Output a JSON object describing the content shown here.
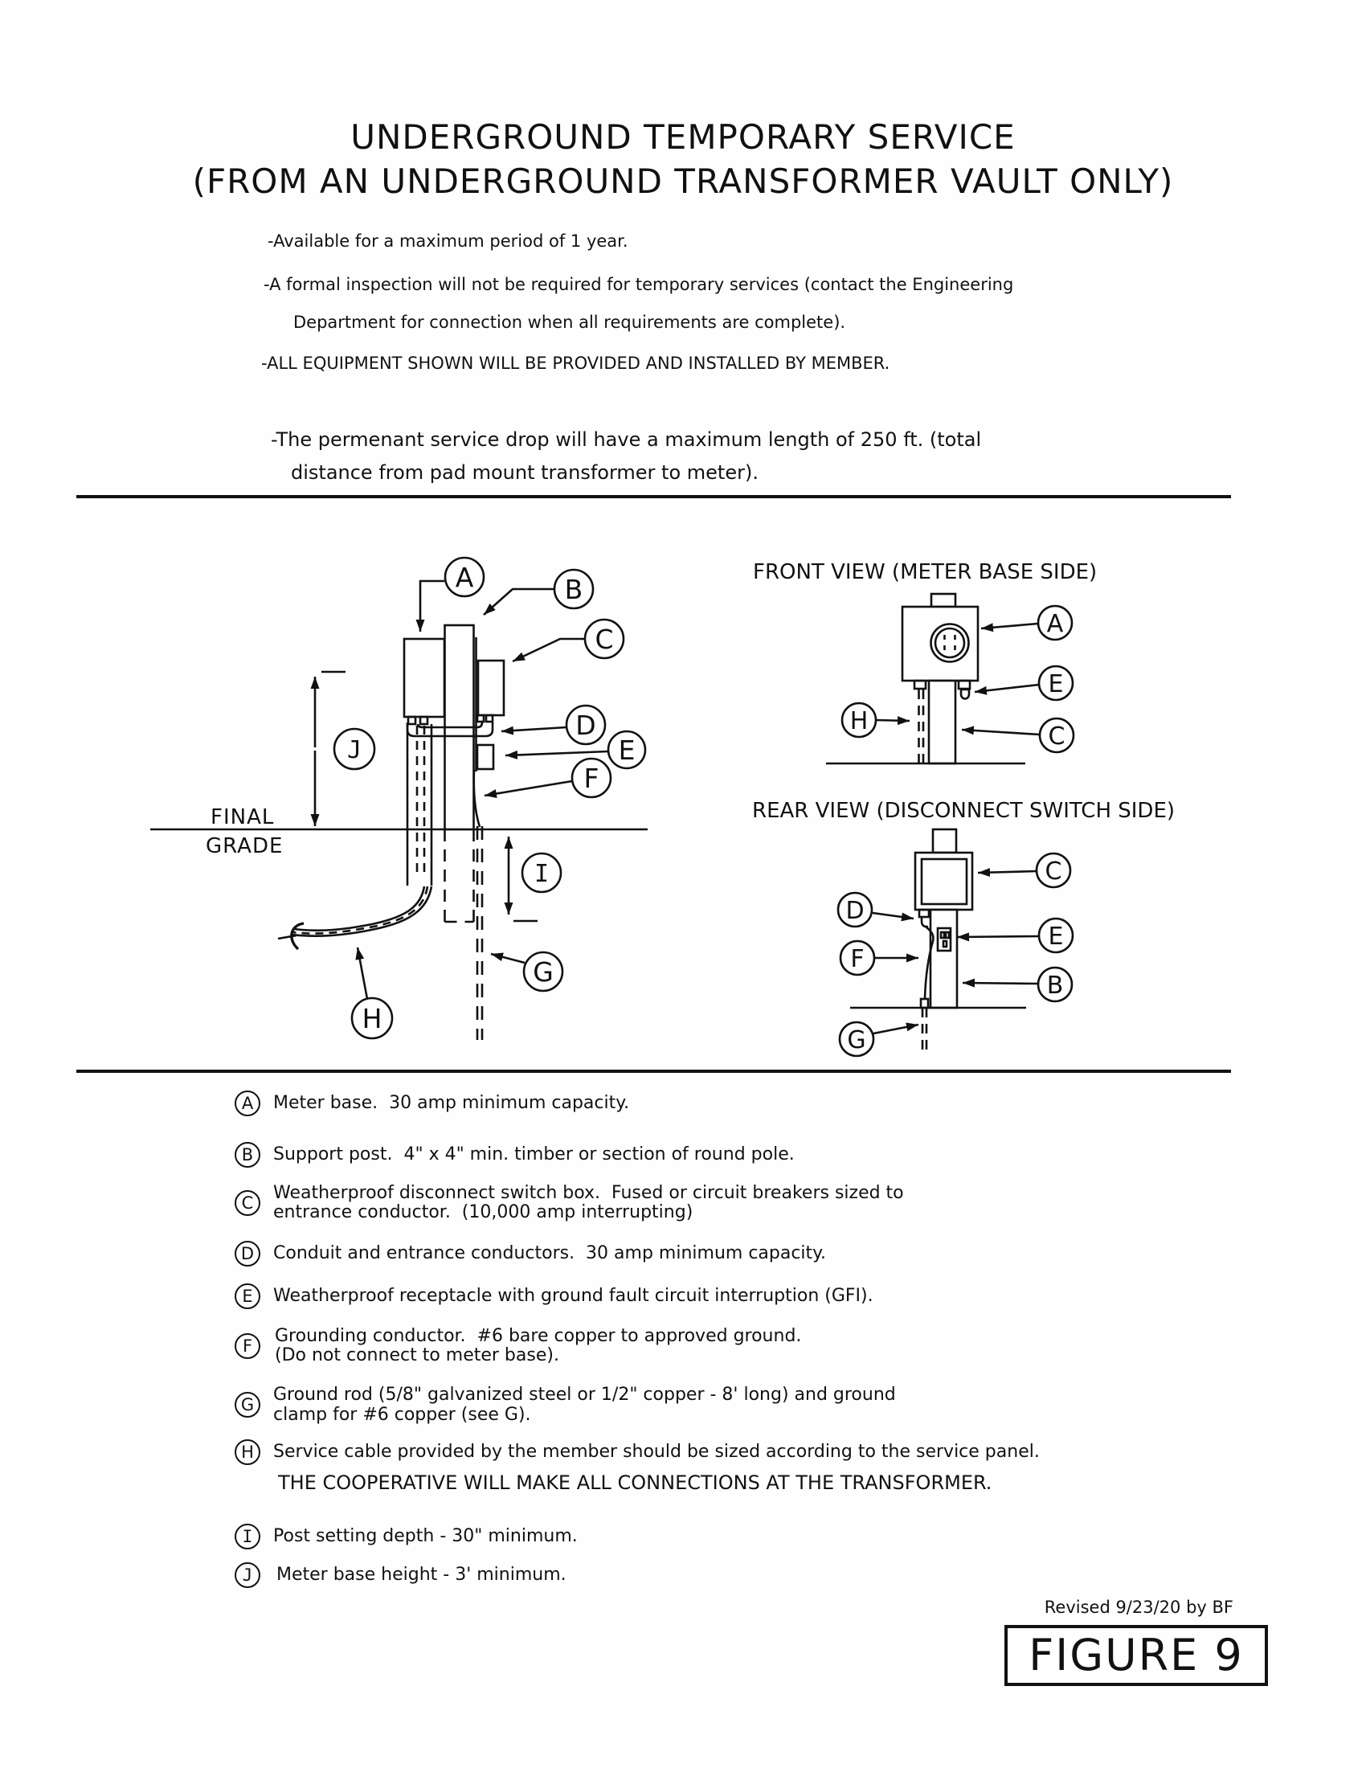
{
  "title": {
    "line1": "UNDERGROUND TEMPORARY SERVICE",
    "line2": "(FROM AN UNDERGROUND TRANSFORMER VAULT ONLY)"
  },
  "notes": [
    "-Available for a maximum period of 1 year.",
    "-A formal inspection will not be required for temporary services (contact the Engineering",
    "Department for connection when all requirements are complete).",
    "-ALL EQUIPMENT SHOWN WILL BE PROVIDED AND INSTALLED BY MEMBER."
  ],
  "highlight_note": {
    "line1": "-The permenant service drop will have a maximum length of 250 ft. (total",
    "line2": "distance from pad mount transformer to meter)."
  },
  "diagram": {
    "side": {
      "final": "FINAL",
      "grade": "GRADE"
    },
    "front": {
      "title": "FRONT VIEW (METER BASE SIDE)"
    },
    "rear": {
      "title": "REAR VIEW (DISCONNECT SWITCH SIDE)"
    }
  },
  "letters": {
    "A": "A",
    "B": "B",
    "C": "C",
    "D": "D",
    "E": "E",
    "F": "F",
    "G": "G",
    "H": "H",
    "I": "I",
    "J": "J"
  },
  "legend": {
    "items": [
      {
        "letter": "A",
        "line1": "Meter base.  30 amp minimum capacity.",
        "line2": ""
      },
      {
        "letter": "B",
        "line1": "Support post.  4\" x 4\" min. timber or section of round pole.",
        "line2": ""
      },
      {
        "letter": "C",
        "line1": "Weatherproof disconnect switch box.  Fused or circuit breakers sized to",
        "line2": "entrance conductor.  (10,000 amp interrupting)"
      },
      {
        "letter": "D",
        "line1": "Conduit and entrance conductors.  30 amp minimum capacity.",
        "line2": ""
      },
      {
        "letter": "E",
        "line1": "Weatherproof receptacle with ground fault circuit interruption (GFI).",
        "line2": ""
      },
      {
        "letter": "F",
        "line1": "Grounding conductor.  #6 bare copper to approved ground.",
        "line2": "(Do not connect to meter base)."
      },
      {
        "letter": "G",
        "line1": "Ground rod (5/8\" galvanized steel or 1/2\" copper - 8' long) and ground",
        "line2": "clamp for #6 copper (see G)."
      },
      {
        "letter": "H",
        "line1": "Service cable provided by the member should be sized according to the service panel.",
        "line2": ""
      },
      {
        "letter": "I",
        "line1": "Post setting depth - 30\" minimum.",
        "line2": ""
      },
      {
        "letter": "J",
        "line1": "Meter base height - 3' minimum.",
        "line2": ""
      }
    ],
    "h_note": "THE COOPERATIVE WILL MAKE ALL CONNECTIONS AT THE TRANSFORMER."
  },
  "footer": {
    "revised": "Revised 9/23/20 by BF",
    "figure": "FIGURE 9"
  },
  "colors": {
    "ink": "#111111",
    "paper": "#fefefe"
  }
}
